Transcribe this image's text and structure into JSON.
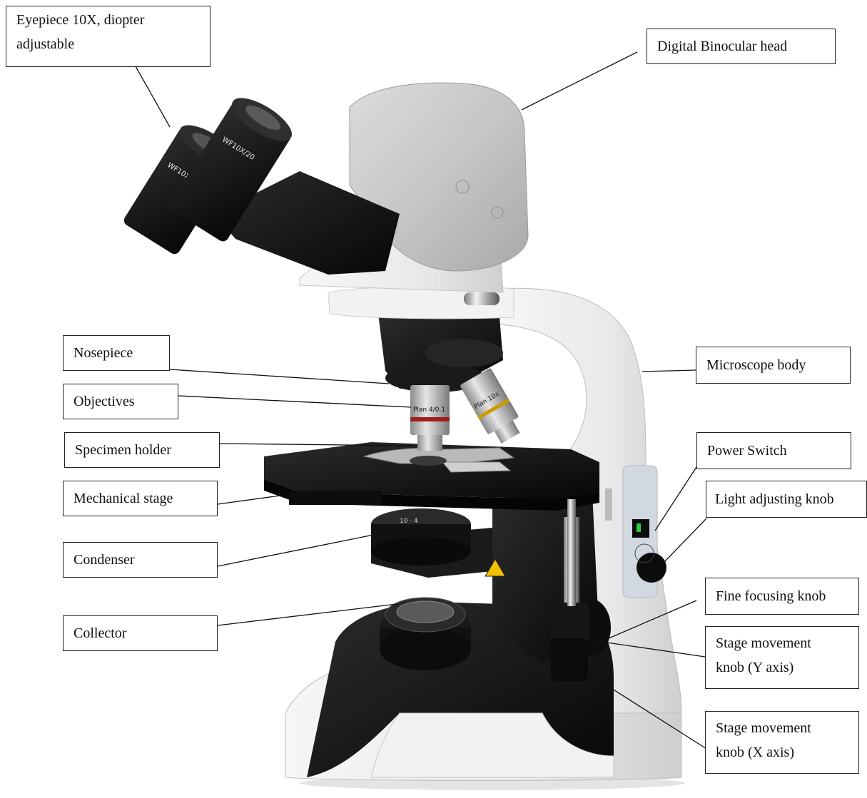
{
  "labels": {
    "eyepiece": [
      "Eyepiece 10X, diopter",
      "adjustable"
    ],
    "digital_head": "Digital Binocular head",
    "nosepiece": "Nosepiece",
    "objectives": "Objectives",
    "specimen_holder": "Specimen holder",
    "mechanical_stage": "Mechanical stage",
    "condenser": "Condenser",
    "collector": "Collector",
    "microscope_body": "Microscope body",
    "power_switch": "Power Switch",
    "light_knob": "Light adjusting knob",
    "fine_focus": "Fine focusing knob",
    "stage_y": [
      "Stage movement",
      "knob (Y axis)"
    ],
    "stage_x": [
      "Stage movement",
      "knob (X axis)"
    ]
  },
  "printed_marks": {
    "eyepiece_left": "WF10X/20",
    "eyepiece_right": "WF10X/20",
    "objective_center": "Plan 4/0.1",
    "objective_right": "Plan 10x",
    "condenser_scale": "10 · 4"
  },
  "colors": {
    "body_white": "#eeeeee",
    "black_parts": "#141414",
    "head_grey": "#c9c9cb",
    "leader_line": "#111111"
  }
}
